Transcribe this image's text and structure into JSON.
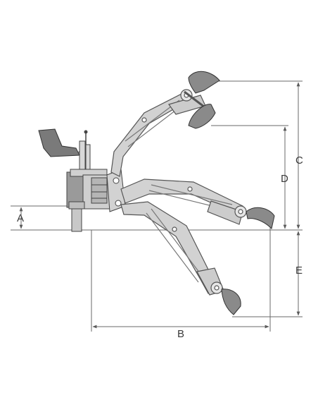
{
  "dimensions": {
    "a": "A",
    "b": "B",
    "c": "C",
    "d": "D",
    "e": "E"
  },
  "colors": {
    "line": "#5a5a5a",
    "arm_fill": "#d2d2d2",
    "arm_stroke": "#555555",
    "bucket_fill": "#8a8a8a",
    "seat_fill": "#7a7a7a",
    "background": "#ffffff"
  }
}
